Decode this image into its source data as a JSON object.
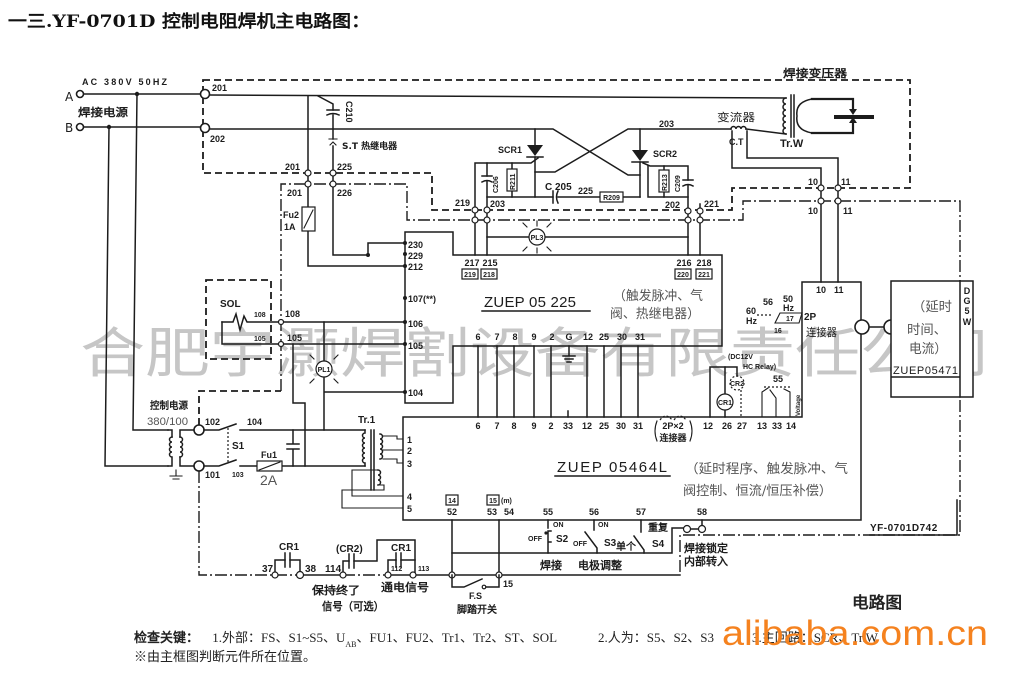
{
  "page": {
    "title": "一三.YF-0701D 控制电阻焊机主电路图："
  },
  "power_input": {
    "spec": "AC 380V 50HZ",
    "phase_a": "A",
    "phase_b": "B",
    "label": "焊接电源",
    "terminal_a": "201",
    "terminal_b": "202"
  },
  "main_circuit": {
    "c210": "C210",
    "thermal_relay": "S.T 热继电器",
    "node_201_upper": "201",
    "node_225": "225",
    "node_201_lower": "201",
    "node_226": "226",
    "fu2_name": "Fu2",
    "fu2_rating": "1A",
    "line_203": "203",
    "scr1": "SCR1",
    "scr2": "SCR2",
    "c206": "C206",
    "r211": "R211",
    "c205": "C 205",
    "node_225_mid": "225",
    "r209": "R209",
    "r213": "R213",
    "c209": "C209",
    "node_219": "219",
    "node_203": "203",
    "node_202": "202",
    "node_221": "221",
    "pl3": "PL3"
  },
  "welding_transformer": {
    "label": "焊接变压器",
    "ct_label": "变流器",
    "ct": "C.T",
    "name": "Tr.W",
    "ct_nodes_upper": [
      "10",
      "11"
    ],
    "ct_nodes_lower": [
      "10",
      "11"
    ]
  },
  "board_zuep05225": {
    "name": "ZUEP 05 225",
    "description": [
      "（触发脉冲、气",
      "阀、热继电器）"
    ],
    "left_pins": [
      "230",
      "229",
      "212",
      "107(**)",
      "106",
      "105",
      "104"
    ],
    "top_pins": [
      "217",
      "215",
      "216",
      "218"
    ],
    "top_pins_boxed": [
      "219",
      "218",
      "220",
      "221"
    ],
    "bottom_pins": [
      "6",
      "7",
      "8",
      "9",
      "2",
      "G",
      "12",
      "25",
      "30",
      "31"
    ]
  },
  "solenoid": {
    "name": "SOL",
    "inner_pins": [
      "108",
      "105"
    ],
    "outer_pins": [
      "108",
      "105"
    ]
  },
  "pilot_lamp": {
    "pl1": "PL1"
  },
  "control_power": {
    "label": "控制电源",
    "ratio": "380/100",
    "terminal_102": "102",
    "node_104": "104",
    "switch": "S1",
    "terminal_101": "101",
    "node_103": "103",
    "fu1_name": "Fu1",
    "fu1_rating": "2A"
  },
  "tr1": {
    "name": "Tr.1"
  },
  "board_zuep05464l": {
    "name": "ZUEP 05464L",
    "description": [
      "（延时程序、触发脉冲、气",
      "阀控制、恒流/恒压补偿）"
    ],
    "top_pins": [
      "6",
      "7",
      "8",
      "9",
      "2",
      "33",
      "12",
      "25",
      "30",
      "31"
    ],
    "left_pins": [
      "1",
      "2",
      "3",
      "4",
      "5"
    ],
    "connector_2px2": [
      "2P×2",
      "连接器"
    ],
    "relay_pins": [
      "12",
      "26",
      "27",
      "13",
      "33",
      "14"
    ],
    "bottom_pins_boxed": [
      "14",
      "15"
    ],
    "bottom_pin_note": "(m)",
    "bottom_pins": [
      "52",
      "53",
      "54",
      "55",
      "56",
      "57",
      "58"
    ]
  },
  "relay": {
    "spec": [
      "(DC12V",
      "HC Relay)"
    ],
    "cr2": "CR2",
    "cr1": "CR1",
    "switch_55": "55",
    "voltage": "Voltage"
  },
  "connector_2p": {
    "freq_60": [
      "60",
      "Hz"
    ],
    "pin_56": "56",
    "freq_50": [
      "50",
      "Hz"
    ],
    "pin_17": "17",
    "pin_16": "16",
    "name": "2P",
    "label": "连接器",
    "top_pins": [
      "10",
      "11"
    ]
  },
  "board_zuep05471": {
    "description": [
      "（延时",
      "时间、",
      "电流）"
    ],
    "name": "ZUEP05471",
    "side_label": [
      "D",
      "G",
      "5",
      "W"
    ]
  },
  "model_code": "YF-0701D742",
  "switches": {
    "s2": {
      "on": "ON",
      "off": "OFF",
      "name": "S2"
    },
    "s3": {
      "on": "ON",
      "off": "OFF",
      "name": "S3"
    },
    "s4": {
      "repeat": "重复",
      "single": "单个",
      "name": "S4"
    },
    "weld": "焊接",
    "electrode_adjust": "电极调整",
    "weld_lock": [
      "焊接锁定",
      "内部转入"
    ]
  },
  "signals": {
    "cr1_hold": "CR1",
    "cr2": "(CR2)",
    "cr1_power": "CR1",
    "nodes": [
      "37",
      "38",
      "114",
      "112",
      "113"
    ],
    "hold_end": [
      "保持终了",
      "信号（可选）"
    ],
    "power_on": "通电信号",
    "node_15": "15",
    "foot_switch": [
      "F.S",
      "脚踏开关"
    ]
  },
  "caption": "电路图",
  "notes": {
    "heading": "检查关键：",
    "item1_prefix": "1.外部：FS、S1~S5、U",
    "item1_sub": "AB",
    "item1_suffix": "、FU1、FU2、Tr1、Tr2、ST、SOL",
    "item2": "2.人为：S5、S2、S3",
    "item3": "3.主回路：SCR、Tr.W",
    "footnote": "※由主框图判断元件所在位置。"
  },
  "watermarks": {
    "company": "合肥宇灏焊割设备有限责任公司",
    "site": "alibaba.com.cn"
  },
  "colors": {
    "ink": "#1c1c1c",
    "annotation": "#555555",
    "watermark": "#c6c6c6",
    "site": "#f5821f",
    "background": "#ffffff"
  }
}
